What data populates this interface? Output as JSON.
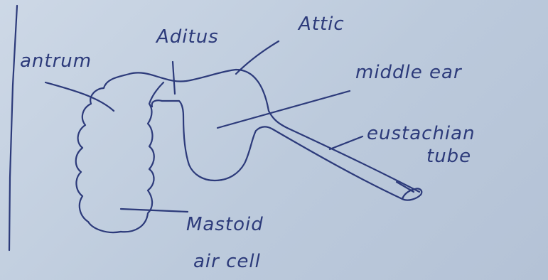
{
  "labels": {
    "antrum": "antrum",
    "aditus": "Aditus",
    "attic": "Attic",
    "middle_ear": "middle ear",
    "eustachian_tube_line1": "eustachian",
    "eustachian_tube_line2": "tube",
    "mastoid_line1": "Mastoid",
    "mastoid_line2": "air cell"
  },
  "colors": {
    "ink": "#2c3a7a",
    "paper": "#c2cfe0"
  }
}
